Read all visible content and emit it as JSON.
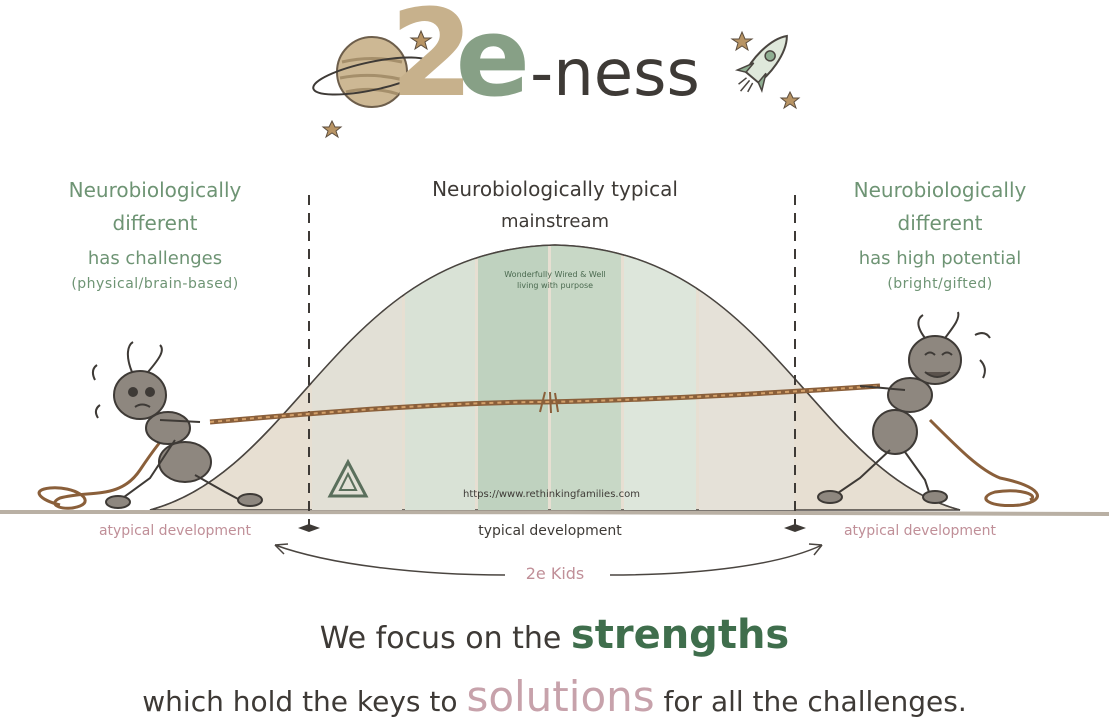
{
  "title": {
    "two": "2",
    "e": "e",
    "suffix": "-ness"
  },
  "left_column": {
    "line1": "Neurobiologically",
    "line2": "different",
    "line3": "has challenges",
    "line4": "(physical/brain-based)"
  },
  "center_column": {
    "line1": "Neurobiologically typical",
    "line2": "mainstream"
  },
  "right_column": {
    "line1": "Neurobiologically",
    "line2": "different",
    "line3": "has high potential",
    "line4": "(bright/gifted)"
  },
  "curve_text": {
    "line1": "Wonderfully Wired & Well",
    "line2": "living with purpose",
    "url": "https://www.rethinkingfamilies.com"
  },
  "axis": {
    "left": "atypical development",
    "center": "typical development",
    "right": "atypical development",
    "range": "2e Kids"
  },
  "tagline": {
    "part1": "We focus on the ",
    "highlight1": "strengths",
    "part2": "which hold the keys to ",
    "highlight2": "solutions",
    "part3": " for all the challenges."
  },
  "colors": {
    "green_text": "#6e9474",
    "dark_text": "#3e3a36",
    "pink_text": "#c08f98",
    "curve_fill": "#e4ddd0",
    "band_light": "#e6ebe4",
    "band_mid": "#cfdcce",
    "band_dark": "#b9cdb9",
    "rope": "#a77a4e",
    "ant_body": "#8e877f"
  },
  "icons": [
    "planet-icon",
    "star-icon",
    "rocket-icon",
    "ant-icon",
    "rope-icon",
    "logo-mark-icon"
  ]
}
